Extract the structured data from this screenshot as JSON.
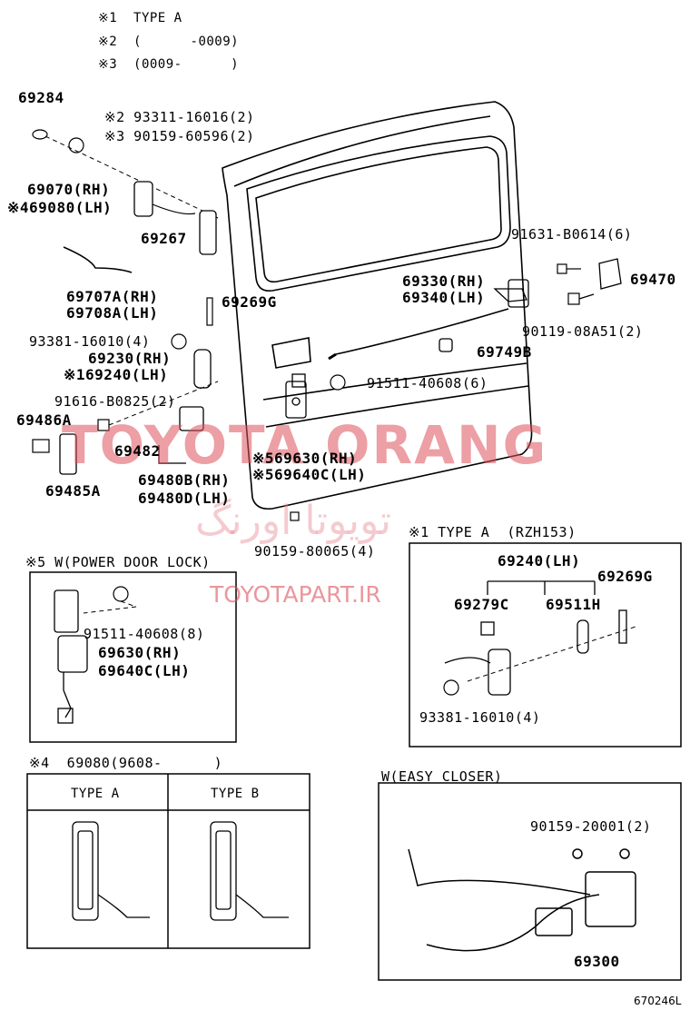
{
  "legend": [
    "※1  TYPE A",
    "※2  (      -0009)",
    "※3  (0009-      )"
  ],
  "callouts": {
    "p69284": "69284",
    "p93311": "※2 93311-16016(2)",
    "p90159a": "※3 90159-60596(2)",
    "p69070": "69070(RH)",
    "p69080": "※469080(LH)",
    "p69267": "69267",
    "p91631": "91631-B0614(6)",
    "p69470": "69470",
    "p69330": "69330(RH)",
    "p69340": "69340(LH)",
    "p69707a": "69707A(RH)",
    "p69708a": "69708A(LH)",
    "p69269g": "69269G",
    "p90119": "90119-08A51(2)",
    "p93381": "93381-16010(4)",
    "p69749b": "69749B",
    "p69230": "69230(RH)",
    "p69240": "※169240(LH)",
    "p91511a": "91511-40608(6)",
    "p91616": "91616-B0825(2)",
    "p69486a": "69486A",
    "p69482": "69482",
    "p69630": "※569630(RH)",
    "p69640c": "※569640C(LH)",
    "p69480b": "69480B(RH)",
    "p69485a": "69485A",
    "p69480d": "69480D(LH)",
    "p90159b": "90159-80065(4)"
  },
  "power_lock": {
    "heading": "※5 W(POWER DOOR LOCK)",
    "bolt": "91511-40608(8)",
    "rh": "69630(RH)",
    "lh": "69640C(LH)"
  },
  "type_a": {
    "heading": "※1 TYPE A  (RZH153)",
    "p69240": "69240(LH)",
    "p69269g": "69269G",
    "p69279c": "69279C",
    "p69511h": "69511H",
    "p93381": "93381-16010(4)"
  },
  "inset_69080": {
    "heading": "※4  69080(9608-      )",
    "col_a": "TYPE A",
    "col_b": "TYPE B"
  },
  "easy_closer": {
    "heading": "W(EASY CLOSER)",
    "screw": "90159-20001(2)",
    "p69300": "69300"
  },
  "watermark": {
    "main": "TOYOTA ORANG",
    "persian": "تويوتا اورنگ",
    "url": "TOYOTAPART.IR"
  },
  "figure_code": "670246L"
}
